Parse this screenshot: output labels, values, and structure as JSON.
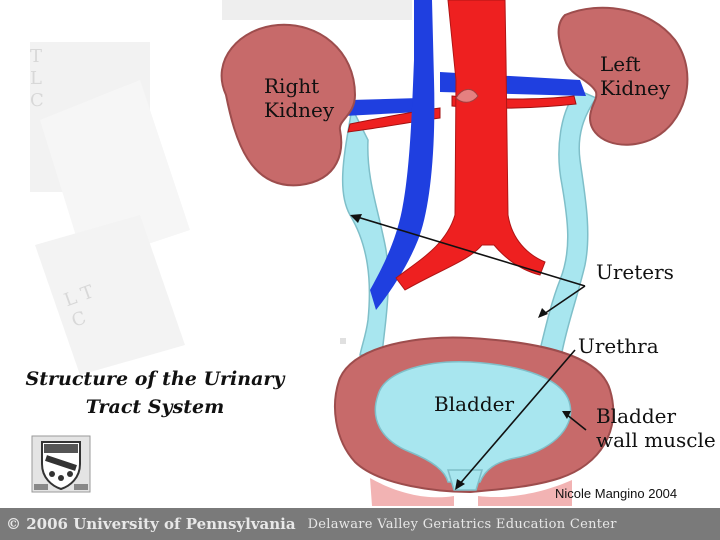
{
  "diagram": {
    "title": "Structure of the Urinary Tract System",
    "labels": {
      "right_kidney": "Right Kidney",
      "left_kidney": "Left Kidney",
      "ureters": "Ureters",
      "urethra": "Urethra",
      "bladder": "Bladder",
      "bladder_wall_muscle": "Bladder wall muscle"
    },
    "credit": "Nicole Mangino 2004",
    "watermark_top": "T L C",
    "watermark_bottom": "L T C"
  },
  "footer": {
    "copyright": "© 2006 University of Pennsylvania",
    "center": "Delaware Valley Geriatrics Education Center"
  },
  "colors": {
    "kidney": "#c76a6a",
    "vein": "#1f3fe0",
    "artery": "#ee2020",
    "ureter": "#a8e6ef",
    "bladder_inner": "#a8e6ef",
    "bladder_wall": "#c76a6a"
  },
  "icons": [
    "university-shield-icon"
  ]
}
